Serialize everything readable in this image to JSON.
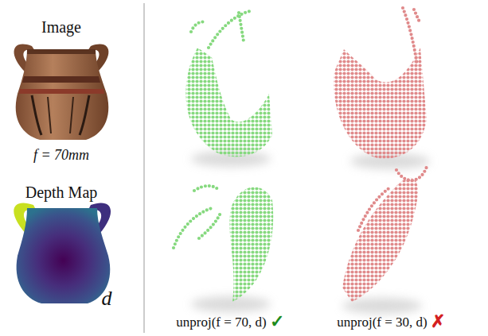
{
  "diagram": {
    "labels": [
      "Image",
      "f = 70mm",
      "Depth Map",
      "d",
      "unproj(f = 70, d)",
      "✓",
      "unproj(f = 30, d)",
      "✗"
    ]
  }
}
